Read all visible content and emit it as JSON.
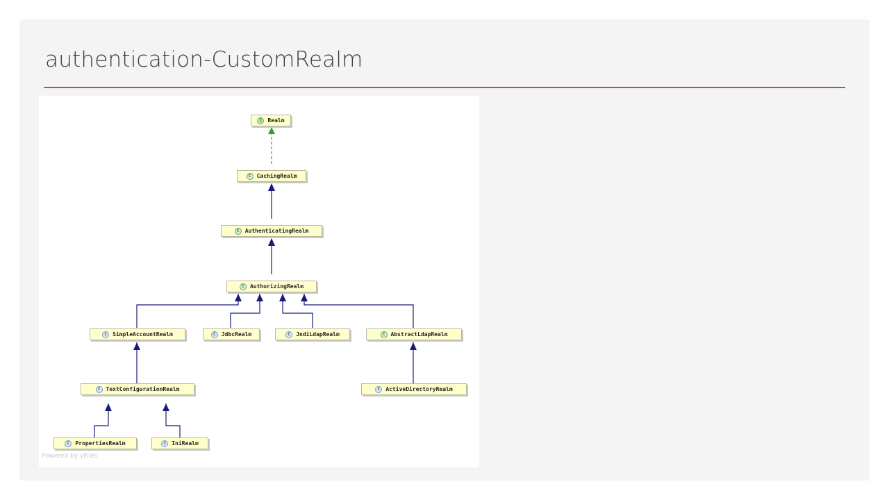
{
  "slide": {
    "title": "authentication-CustomRealm",
    "accent_color": "#d24726"
  },
  "diagram": {
    "nodes": [
      {
        "id": "realm",
        "label": "Realm",
        "badge": "I",
        "kind": "interface"
      },
      {
        "id": "caching",
        "label": "CachingRealm",
        "badge": "C",
        "kind": "abstract"
      },
      {
        "id": "authenticating",
        "label": "AuthenticatingRealm",
        "badge": "C",
        "kind": "abstract"
      },
      {
        "id": "authorizing",
        "label": "AuthorizingRealm",
        "badge": "C",
        "kind": "abstract"
      },
      {
        "id": "simpleaccount",
        "label": "SimpleAccountRealm",
        "badge": "C",
        "kind": "class"
      },
      {
        "id": "jdbc",
        "label": "JdbcRealm",
        "badge": "C",
        "kind": "class"
      },
      {
        "id": "jndildap",
        "label": "JndiLdapRealm",
        "badge": "C",
        "kind": "class"
      },
      {
        "id": "abstractldap",
        "label": "AbstractLdapRealm",
        "badge": "C",
        "kind": "abstract"
      },
      {
        "id": "textconfiguration",
        "label": "TextConfigurationRealm",
        "badge": "C",
        "kind": "class"
      },
      {
        "id": "activedirectory",
        "label": "ActiveDirectoryRealm",
        "badge": "C",
        "kind": "class"
      },
      {
        "id": "properties",
        "label": "PropertiesRealm",
        "badge": "C",
        "kind": "class"
      },
      {
        "id": "ini",
        "label": "IniRealm",
        "badge": "C",
        "kind": "class"
      }
    ],
    "edges": [
      {
        "from": "caching",
        "to": "realm",
        "type": "implements"
      },
      {
        "from": "authenticating",
        "to": "caching",
        "type": "extends"
      },
      {
        "from": "authorizing",
        "to": "authenticating",
        "type": "extends"
      },
      {
        "from": "simpleaccount",
        "to": "authorizing",
        "type": "extends"
      },
      {
        "from": "jdbc",
        "to": "authorizing",
        "type": "extends"
      },
      {
        "from": "jndildap",
        "to": "authorizing",
        "type": "extends"
      },
      {
        "from": "abstractldap",
        "to": "authorizing",
        "type": "extends"
      },
      {
        "from": "textconfiguration",
        "to": "simpleaccount",
        "type": "extends"
      },
      {
        "from": "activedirectory",
        "to": "abstractldap",
        "type": "extends"
      },
      {
        "from": "properties",
        "to": "textconfiguration",
        "type": "extends"
      },
      {
        "from": "ini",
        "to": "textconfiguration",
        "type": "extends"
      }
    ],
    "colors": {
      "extends_line": "#1a1a7a",
      "implements_line": "#3a9b3a",
      "node_fill": "#ffffcc"
    },
    "watermark": "Powered by yFiles"
  }
}
